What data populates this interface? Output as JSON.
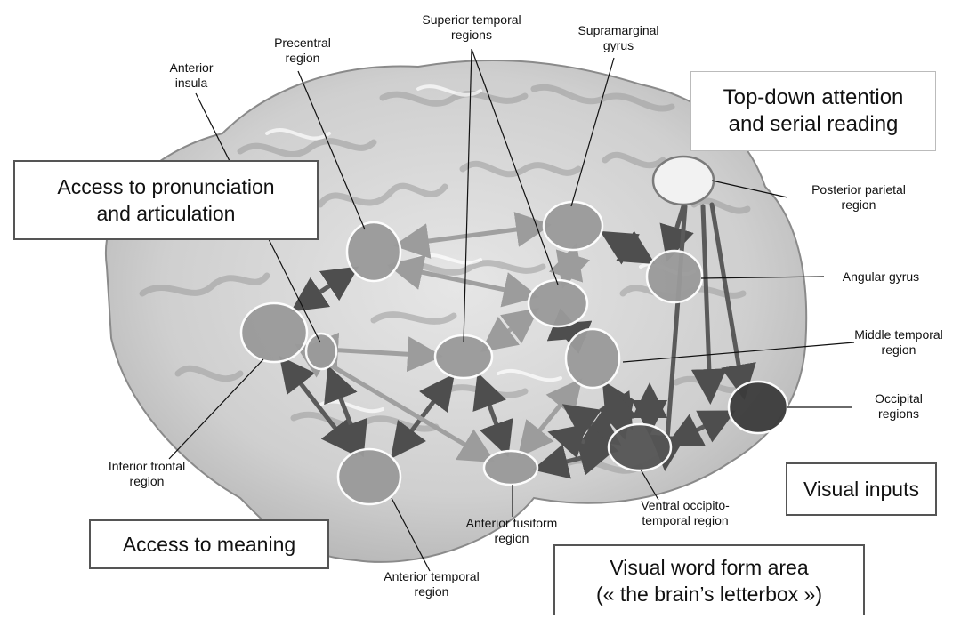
{
  "boxes": {
    "pronunciation": "Access to pronunciation\nand articulation",
    "top_down": "Top-down attention\nand serial reading",
    "visual_inputs": "Visual inputs",
    "meaning": "Access to meaning",
    "vwfa": "Visual word form area\n(« the brain’s letterbox »)"
  },
  "labels": {
    "anterior_insula": "Anterior\ninsula",
    "precentral": "Precentral\nregion",
    "superior_temporal": "Superior temporal\nregions",
    "supramarginal": "Supramarginal\ngyrus",
    "posterior_parietal": "Posterior parietal\nregion",
    "angular": "Angular gyrus",
    "middle_temporal": "Middle temporal\nregion",
    "occipital": "Occipital\nregions",
    "inferior_frontal": "Inferior frontal\nregion",
    "anterior_temporal": "Anterior temporal\nregion",
    "anterior_fusiform": "Anterior fusiform\nregion",
    "ventral_occipito": "Ventral occipito-\ntemporal region"
  },
  "colors": {
    "brain": "#dcdcdc",
    "brain_shade": "#a8a8a8",
    "region": "#9a9a9a",
    "region_dark": "#555555",
    "arrow_dark": "#5a5a5a",
    "arrow_light": "#a0a0a0",
    "parietal": "#f4f4f4"
  }
}
